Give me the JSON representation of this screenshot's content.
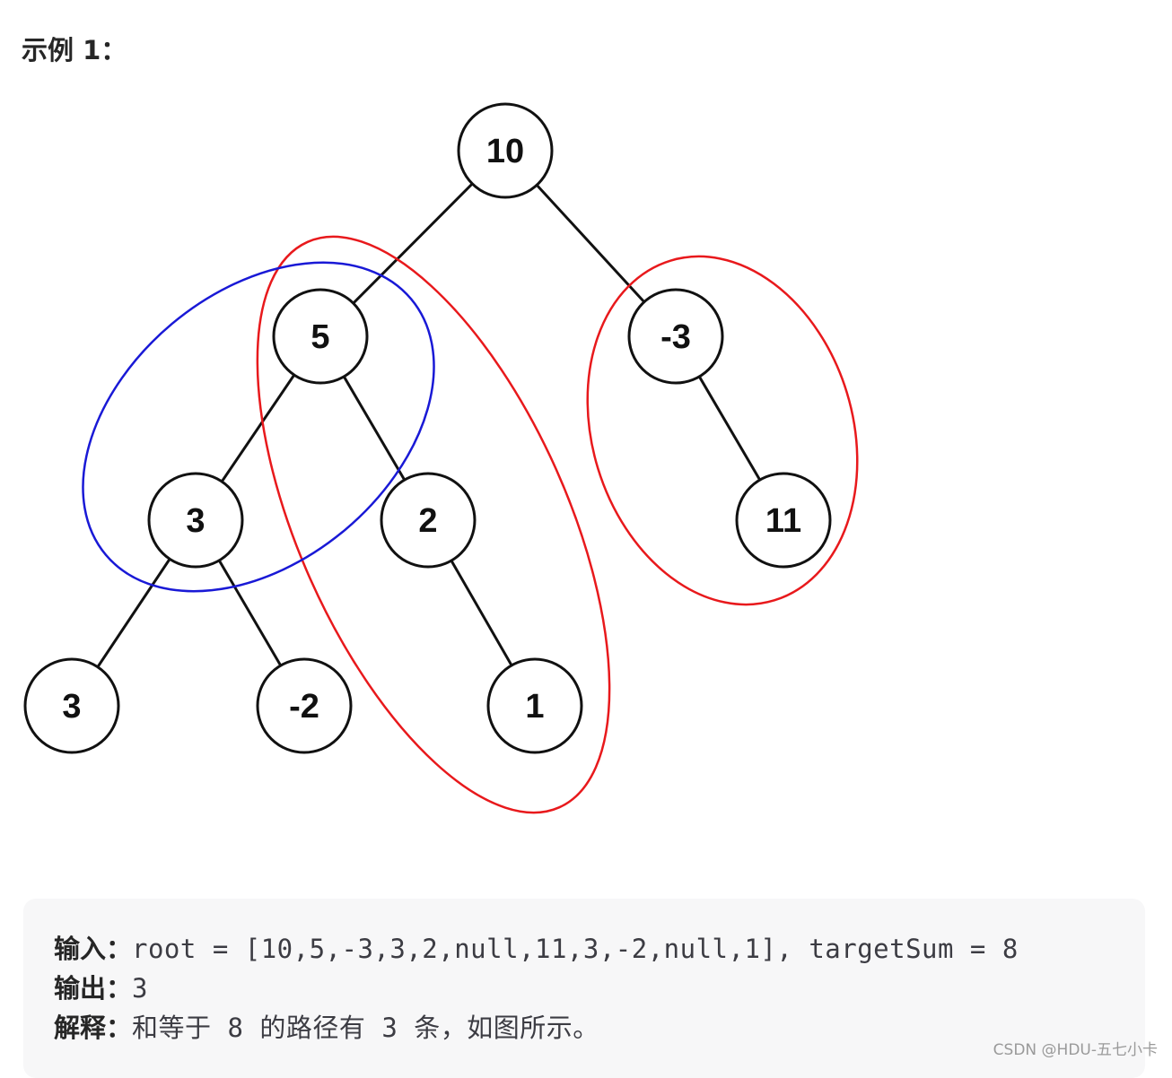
{
  "heading": "示例 1：",
  "tree": {
    "nodes": [
      {
        "id": "n10",
        "label": "10"
      },
      {
        "id": "n5",
        "label": "5"
      },
      {
        "id": "nm3",
        "label": "-3"
      },
      {
        "id": "n3a",
        "label": "3"
      },
      {
        "id": "n2",
        "label": "2"
      },
      {
        "id": "n11",
        "label": "11"
      },
      {
        "id": "n3b",
        "label": "3"
      },
      {
        "id": "nm2",
        "label": "-2"
      },
      {
        "id": "n1",
        "label": "1"
      }
    ],
    "edges": [
      [
        "n10",
        "n5"
      ],
      [
        "n10",
        "nm3"
      ],
      [
        "n5",
        "n3a"
      ],
      [
        "n5",
        "n2"
      ],
      [
        "nm3",
        "n11"
      ],
      [
        "n3a",
        "n3b"
      ],
      [
        "n3a",
        "nm2"
      ],
      [
        "n2",
        "n1"
      ]
    ],
    "highlighted_paths": [
      {
        "color": "#e8191c",
        "nodes": [
          "n5",
          "n2",
          "n1"
        ]
      },
      {
        "color": "#e8191c",
        "nodes": [
          "nm3",
          "n11"
        ]
      },
      {
        "color": "#1919d6",
        "nodes": [
          "n5",
          "n3a"
        ]
      }
    ]
  },
  "example": {
    "input_label": "输入：",
    "input_value": "root = [10,5,-3,3,2,null,11,3,-2,null,1], targetSum = 8",
    "output_label": "输出：",
    "output_value": "3",
    "explanation_label": "解释：",
    "explanation_value": "和等于 8 的路径有 3 条，如图所示。"
  },
  "watermark": "CSDN @HDU-五七小卡"
}
